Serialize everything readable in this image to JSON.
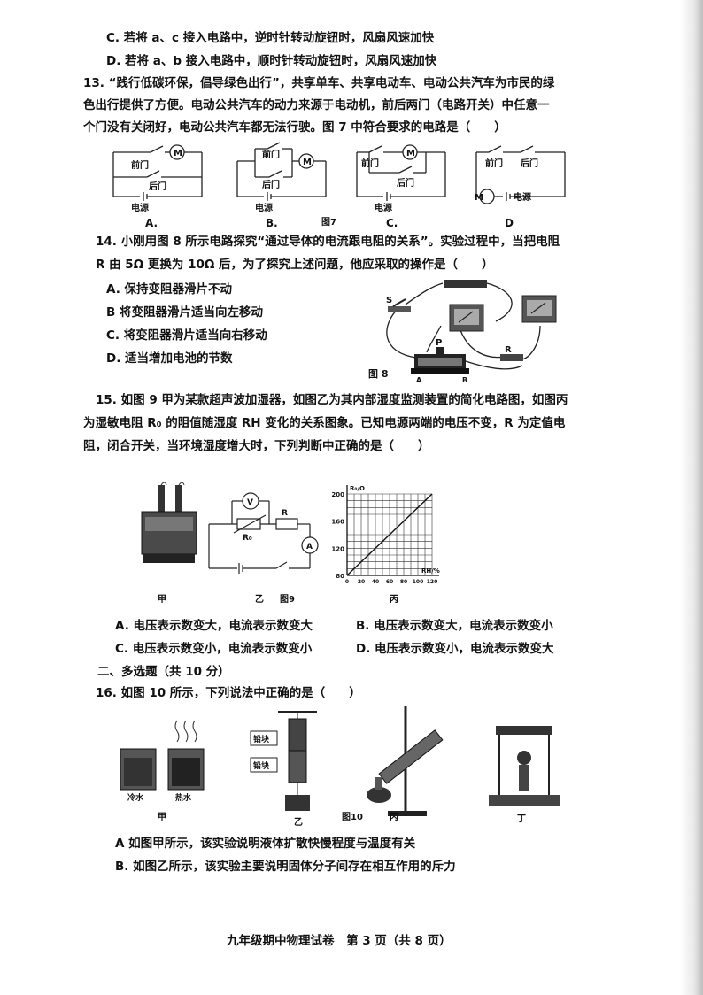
{
  "q12": {
    "optC": "C. 若将 a、c 接入电路中，逆时针转动旋钮时，风扇风速加快",
    "optD": "D. 若将 a、b 接入电路中，顺时针转动旋钮时，风扇风速加快"
  },
  "q13": {
    "line1": "13. “践行低碳环保，倡导绿色出行”，共享单车、共享电动车、电动公共汽车为市民的绿",
    "line2": "色出行提供了方便。电动公共汽车的动力来源于电动机，前后两门（电路开关）中任意一",
    "line3": "个门没有关闭好，电动公共汽车都无法行驶。图 7 中符合要求的电路是（　　）",
    "circuits": [
      {
        "option": "A.",
        "front": "前门",
        "rear": "后门",
        "source": "电源",
        "motor": "M"
      },
      {
        "option": "B.",
        "front": "前门",
        "rear": "后门",
        "source": "电源",
        "motor": "M"
      },
      {
        "option": "C.",
        "front": "前门",
        "rear": "后门",
        "source": "电源",
        "motor": "M"
      },
      {
        "option": "D",
        "front": "前门",
        "rear": "后门",
        "source": "电源",
        "motor": "M"
      }
    ],
    "fig_label": "图7"
  },
  "q14": {
    "line1": "14. 小刚用图 8 所示电路探究“通过导体的电流跟电阻的关系”。实验过程中，当把电阻",
    "line2": "R 由 5Ω 更换为 10Ω 后，为了探究上述问题，他应采取的操作是（　　）",
    "options": [
      "A. 保持变阻器滑片不动",
      "B  将变阻器滑片适当向左移动",
      "C. 将变阻器滑片适当向右移动",
      "D. 适当增加电池的节数"
    ],
    "fig_label": "图 8",
    "labels": {
      "s": "S",
      "p": "P",
      "r": "R",
      "a": "A",
      "b": "B"
    }
  },
  "q15": {
    "line1": "15. 如图 9 甲为某款超声波加湿器，如图乙为其内部湿度监测装置的简化电路图，如图丙",
    "line2": "为湿敏电阻 R₀ 的阻值随湿度 RH 变化的关系图象。已知电源两端的电压不变，R 为定值电",
    "line3": "阻，闭合开关，当环境湿度增大时，下列判断中正确的是（　　）",
    "fig_labels": {
      "jia": "甲",
      "yi": "乙",
      "fig": "图9",
      "bing": "丙"
    },
    "circuit": {
      "v": "V",
      "a": "A",
      "r0": "R₀",
      "r": "R"
    },
    "options": [
      "A. 电压表示数变大，电流表示数变大",
      "B. 电压表示数变大，电流表示数变小",
      "C. 电压表示数变小，电流表示数变小",
      "D. 电压表示数变小，电流表示数变大"
    ]
  },
  "chart_data": {
    "type": "line",
    "ylabel": "R₀/Ω",
    "xlabel": "RH/%",
    "x_ticks": [
      "0",
      "20",
      "40",
      "60",
      "80",
      "100",
      "120"
    ],
    "y_ticks": [
      "80",
      "120",
      "160",
      "200"
    ],
    "xlim": [
      0,
      120
    ],
    "ylim": [
      80,
      200
    ],
    "grid": true,
    "x": [
      0,
      120
    ],
    "series": [
      {
        "values": [
          80,
          200
        ]
      }
    ]
  },
  "section2": "二、多选题（共 10 分）",
  "q16": {
    "line1": "16. 如图 10 所示，下列说法中正确的是（　　）",
    "cold": "冷水",
    "hot": "热水",
    "lead": "铅块",
    "fig_labels": {
      "jia": "甲",
      "yi": "乙",
      "fig": "图10",
      "bing": "丙",
      "ding": "丁"
    },
    "optA": "A  如图甲所示，该实验说明液体扩散快慢程度与温度有关",
    "optB": "B. 如图乙所示，该实验主要说明固体分子间存在相互作用的斥力"
  },
  "footer": "九年级期中物理试卷　第 3 页（共 8 页）"
}
